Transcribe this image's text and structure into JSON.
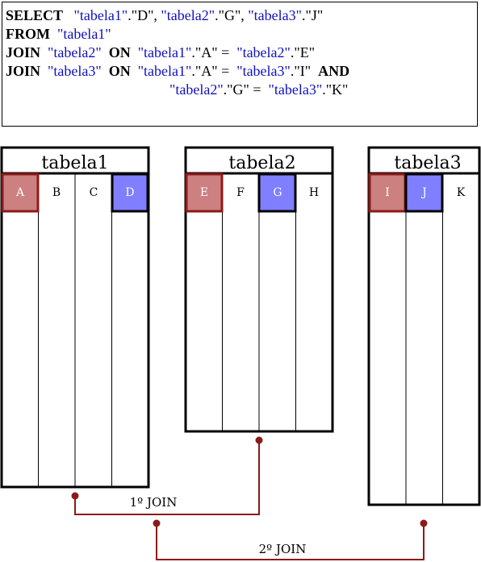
{
  "sql": {
    "line1": {
      "kw": "SELECT",
      "t1": "\"tabela1\"",
      "c1": ".\"D\",",
      "t2": "\"tabela2\"",
      "c2": ".\"G\",",
      "t3": "\"tabela3\"",
      "c3": ".\"J\""
    },
    "line2": {
      "kw": "FROM",
      "t1": "\"tabela1\""
    },
    "line3": {
      "kw": "JOIN",
      "t1": "\"tabela2\"",
      "kw2": "ON",
      "t2": "\"tabela1\"",
      "c2": ".\"A\"",
      "eq": "=",
      "t3": "\"tabela2\"",
      "c3": ".\"E\""
    },
    "line4": {
      "kw": "JOIN",
      "t1": "\"tabela3\"",
      "kw2": "ON",
      "t2": "\"tabela1\"",
      "c2": ".\"A\"",
      "eq": "=",
      "t3": "\"tabela3\"",
      "c3": ".\"I\"",
      "kw3": "AND"
    },
    "line5": {
      "t1": "\"tabela2\"",
      "c1": ".\"G\"",
      "eq": "=",
      "t2": "\"tabela3\"",
      "c2": ".\"K\""
    }
  },
  "tables": [
    {
      "name": "tabela1",
      "columns": [
        "A",
        "B",
        "C",
        "D"
      ]
    },
    {
      "name": "tabela2",
      "columns": [
        "E",
        "F",
        "G",
        "H"
      ]
    },
    {
      "name": "tabela3",
      "columns": [
        "I",
        "J",
        "K"
      ]
    }
  ],
  "joins": {
    "first": "1º JOIN",
    "second": "2º JOIN"
  },
  "colors": {
    "join_key": "#cc8080",
    "selected": "#7f7fff",
    "join_line": "#8b1a1a",
    "sql_table": "#1010c0"
  }
}
